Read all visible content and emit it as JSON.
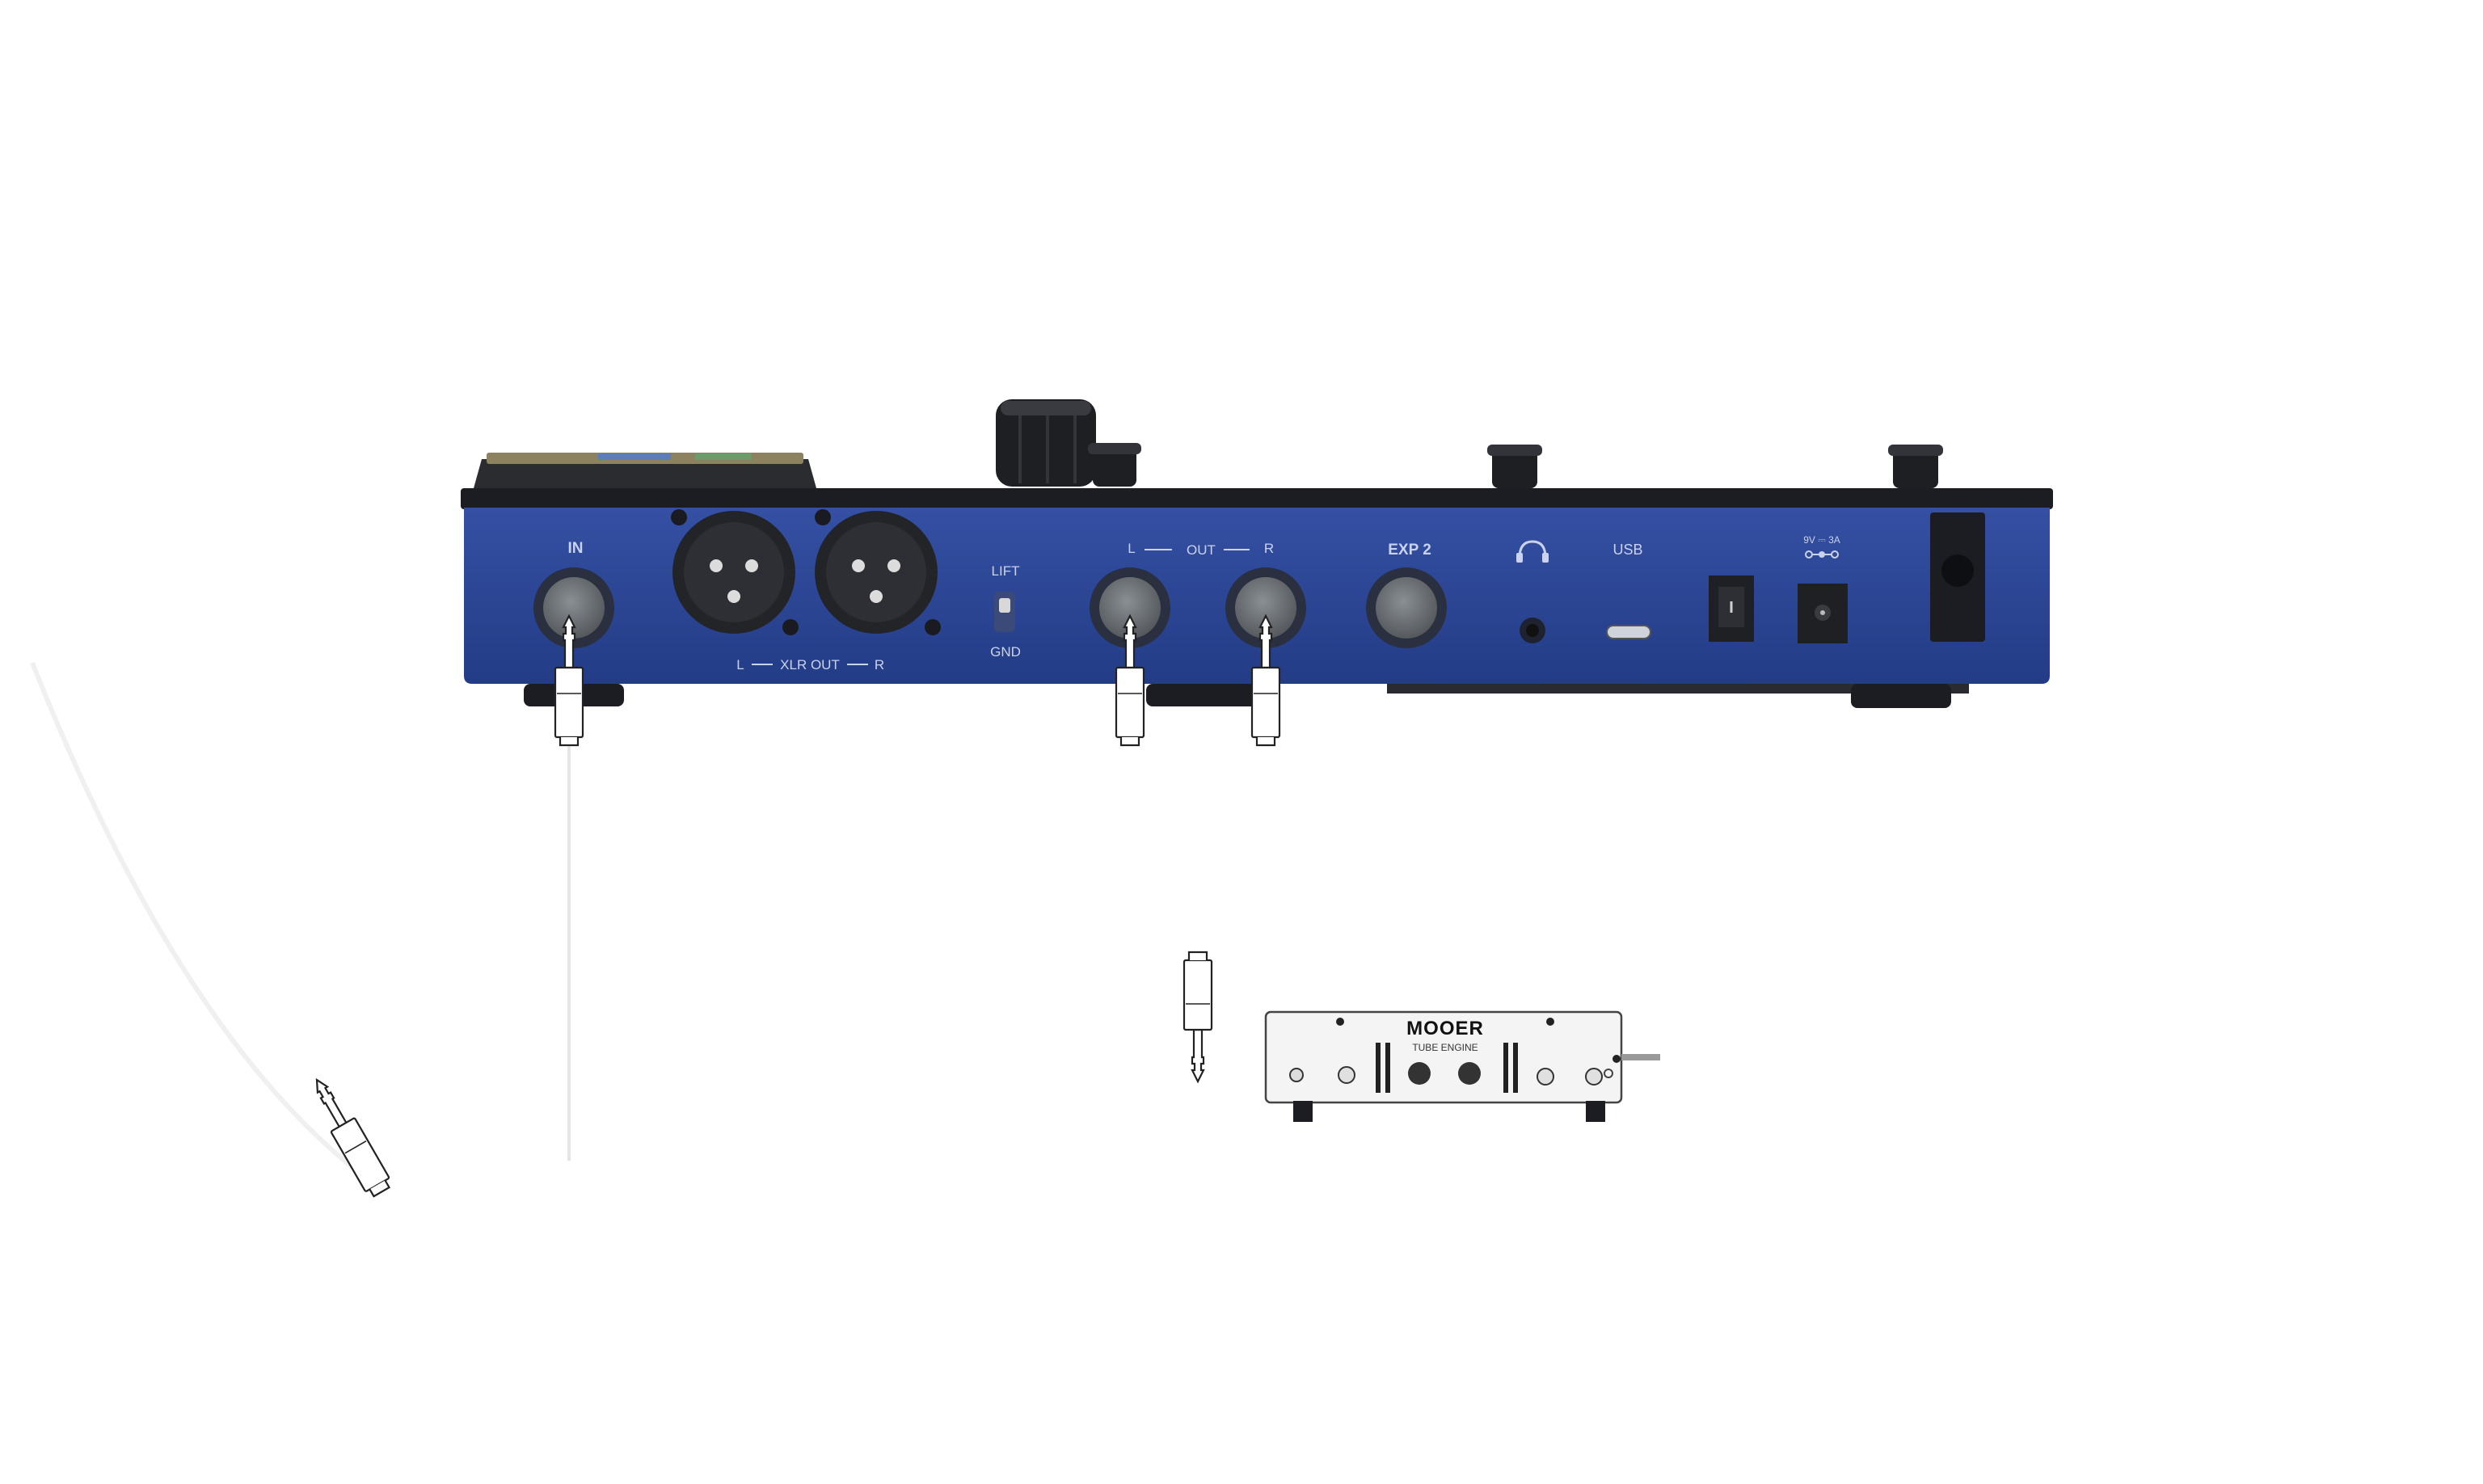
{
  "device": {
    "labels": {
      "in": "IN",
      "xlr_left": "L",
      "xlr_out": "XLR OUT",
      "xlr_right": "R",
      "lift": "LIFT",
      "gnd": "GND",
      "out_left": "L",
      "out": "OUT",
      "out_right": "R",
      "exp2": "EXP 2",
      "usb": "USB",
      "power": "9V ⎓ 3A"
    },
    "colors": {
      "panel": "#2f4a9a",
      "top": "#1c1d22",
      "jack": "#6f7478",
      "xlr": "#232428",
      "label": "#c9d2ee"
    }
  },
  "amp": {
    "brand": "MOOER",
    "model": "TUBE ENGINE"
  },
  "icons": [
    "headphone-icon",
    "plug-icon"
  ]
}
